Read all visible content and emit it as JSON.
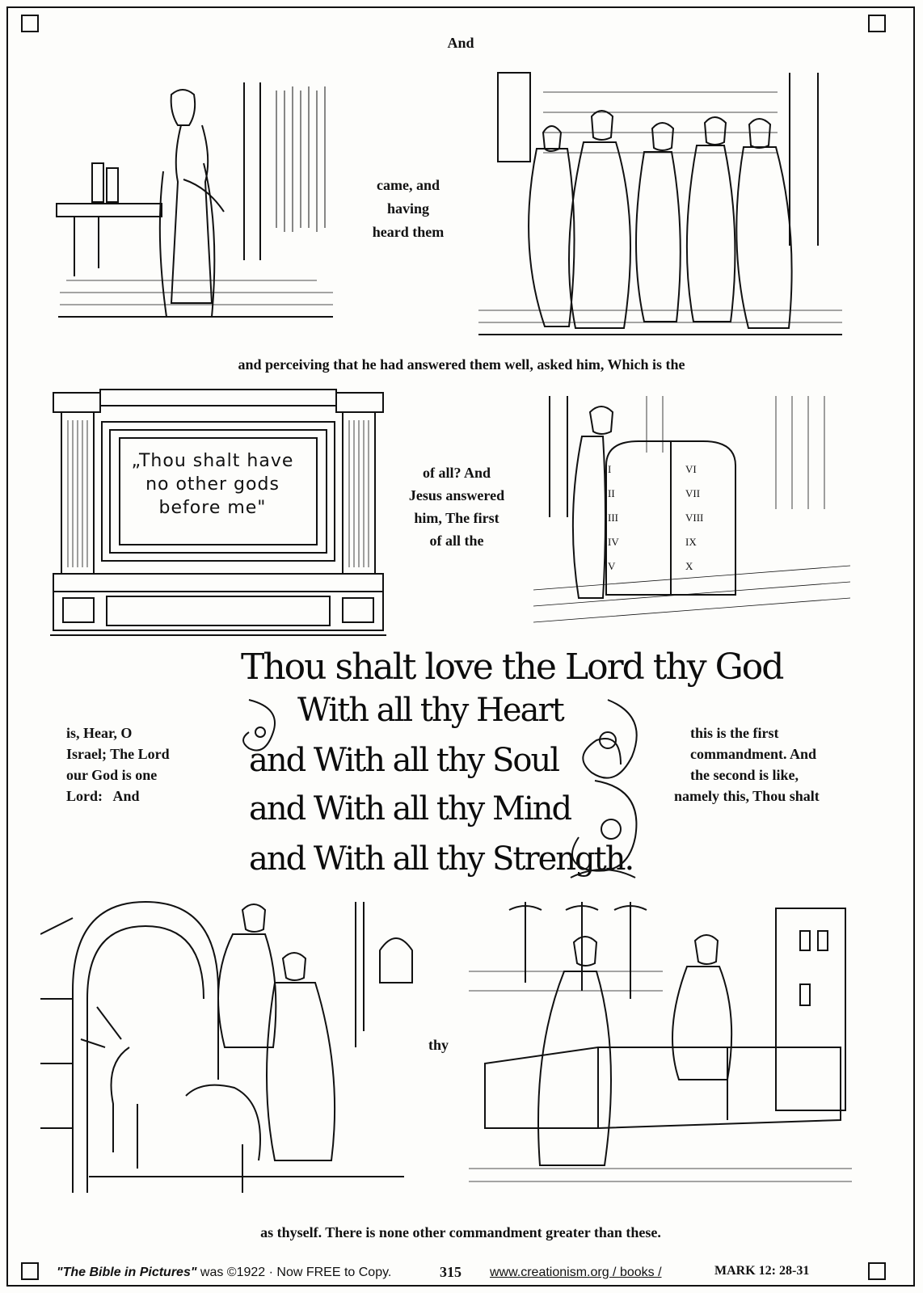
{
  "texts": {
    "top": "And",
    "mid1": "came, and",
    "mid2": "having",
    "mid3": "heard them",
    "wide1": "and perceiving that he had answered them well, asked him, Which is the",
    "right1": "of all? And",
    "right2": "Jesus answered",
    "right3": "him, The first",
    "right4": "of all the",
    "left1": "is, Hear, O",
    "left2": "Israel; The Lord",
    "left3": "our God is one",
    "left4": "Lord:   And",
    "rr1": "this is the first",
    "rr2": "commandment.  And",
    "rr3": "the second is like,",
    "rr4": "namely this, Thou shalt",
    "thy": "thy",
    "bottom": "as thyself.   There is none other commandment greater than  these."
  },
  "tablet_quote": {
    "line1": "„Thou shalt have",
    "line2": "no other gods",
    "line3": "before me\""
  },
  "calligraphy": {
    "line1": "Thou shalt love the Lord thy God",
    "line2": "With all thy Heart",
    "line3": "and With all thy Soul",
    "line4": "and With all thy Mind",
    "line5": "and With all thy Strength."
  },
  "commandment_numerals": [
    "I",
    "II",
    "III",
    "IV",
    "V",
    "VI",
    "VII",
    "VIII",
    "IX",
    "X"
  ],
  "footer": {
    "credit_title": "\"The Bible in Pictures\"",
    "credit_rest": " was ©1922 · Now FREE to Copy.",
    "page_number": "315",
    "url": "www.creationism.org / books /",
    "reference": "MARK  12:  28-31"
  }
}
